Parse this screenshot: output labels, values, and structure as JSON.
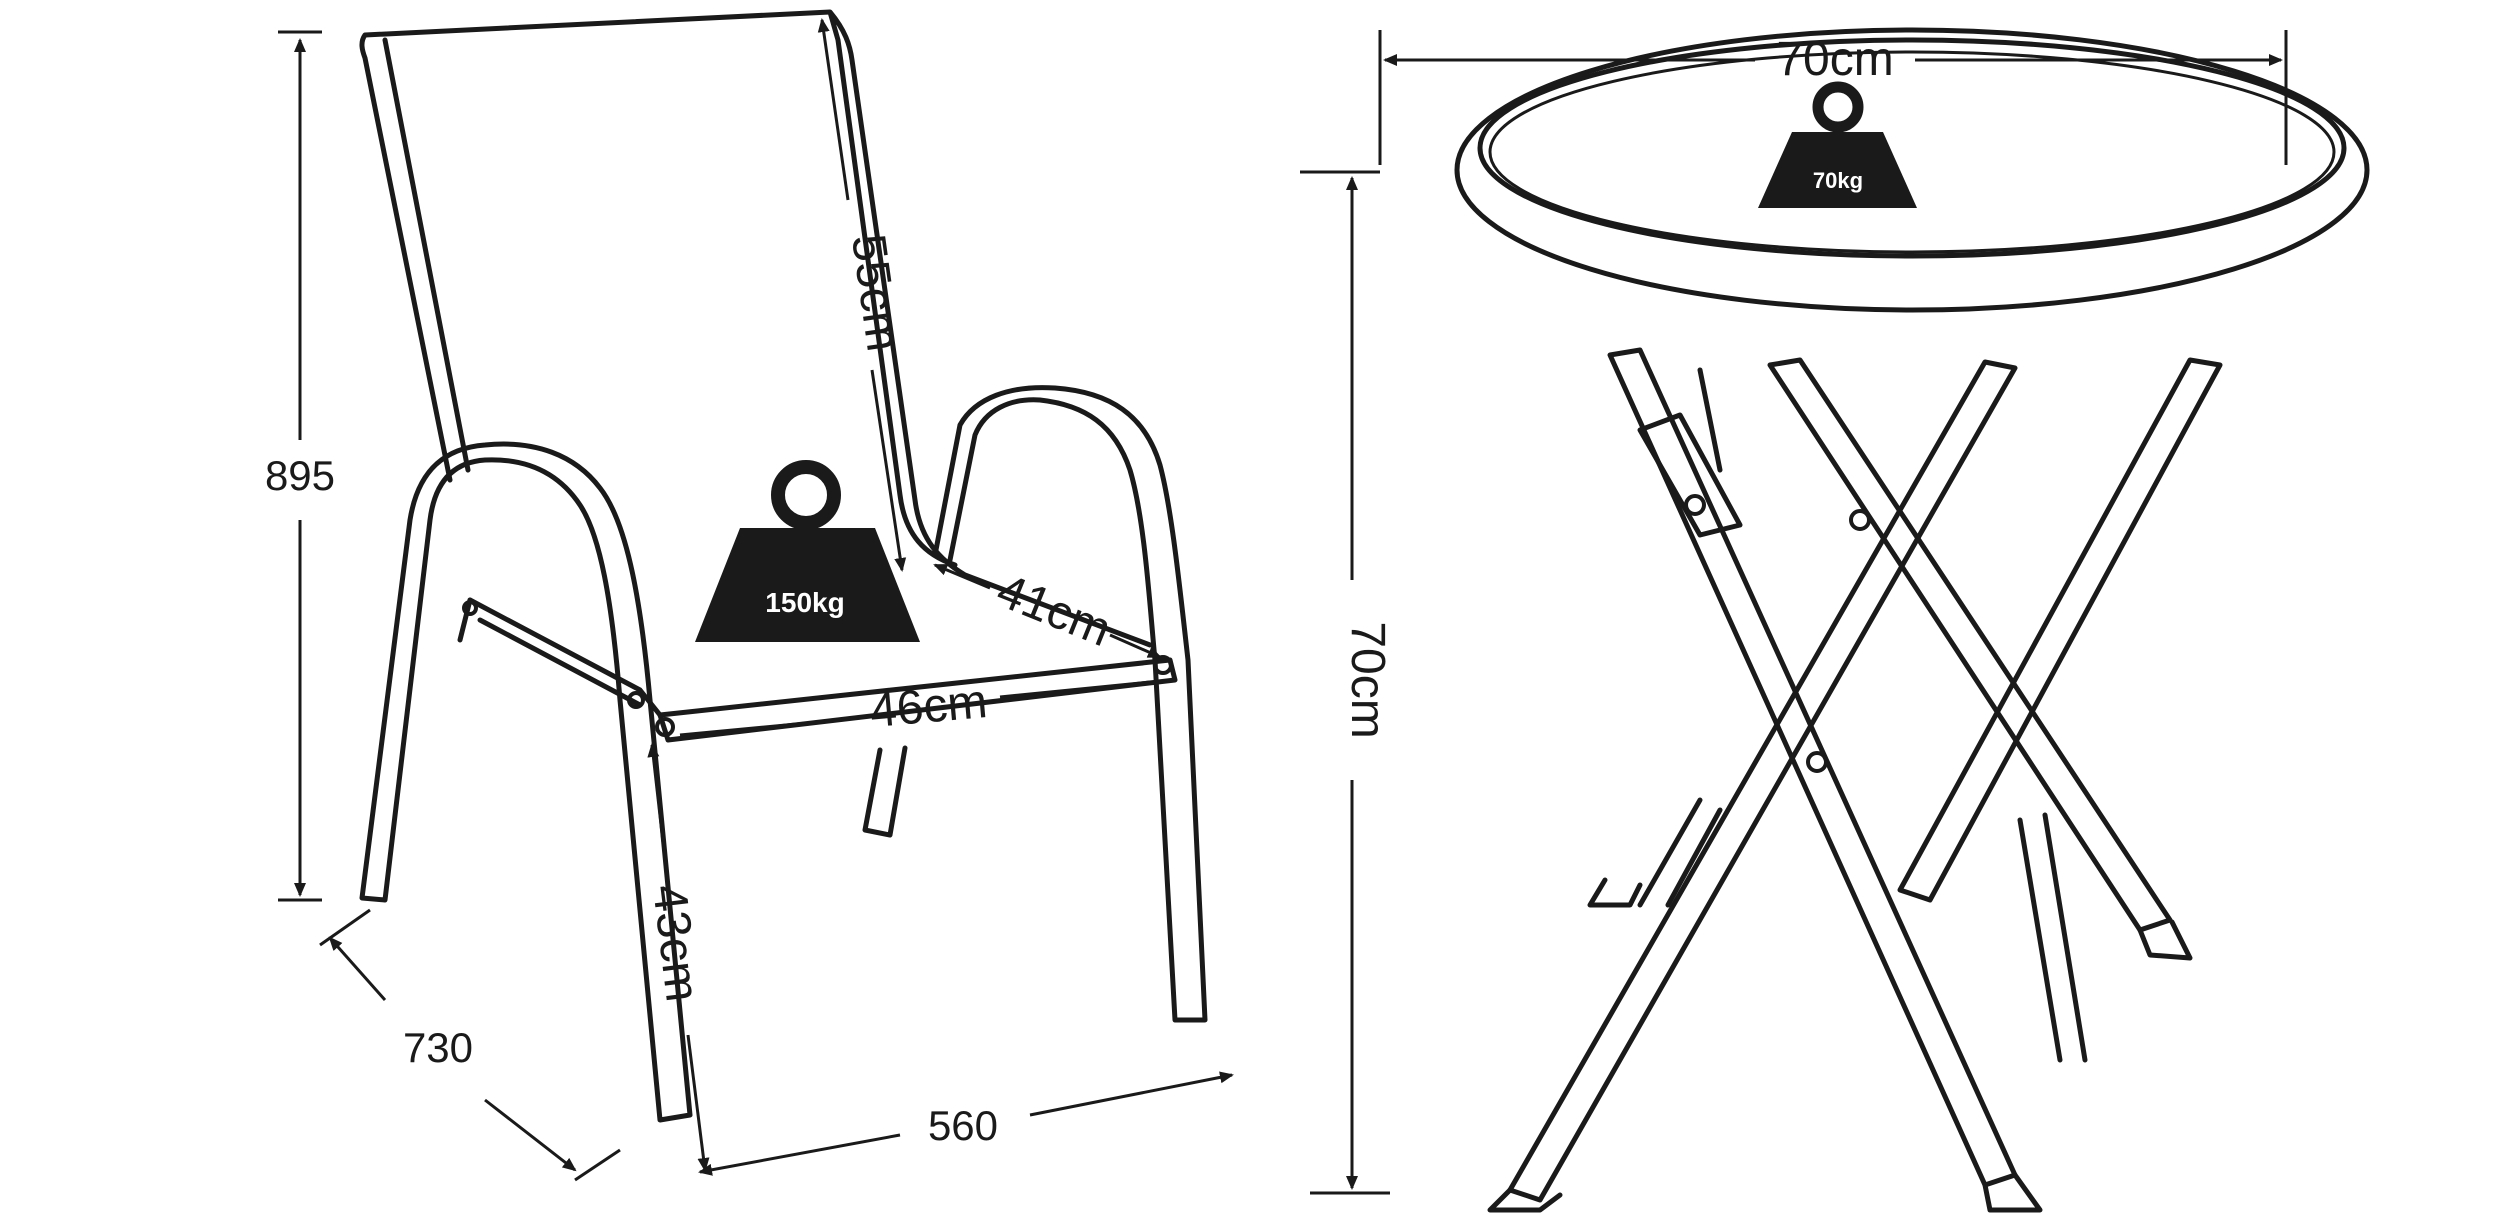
{
  "chair": {
    "height": "895",
    "depth": "730",
    "width": "560",
    "backrest_height": "55cm",
    "seat_depth": "41cm",
    "seat_width": "46cm",
    "seat_height": "43cm",
    "weight_limit": "150kg"
  },
  "table": {
    "diameter": "70cm",
    "height": "70cm",
    "weight_limit": "70kg"
  },
  "colors": {
    "line": "#1a1a1a",
    "background": "#ffffff"
  }
}
